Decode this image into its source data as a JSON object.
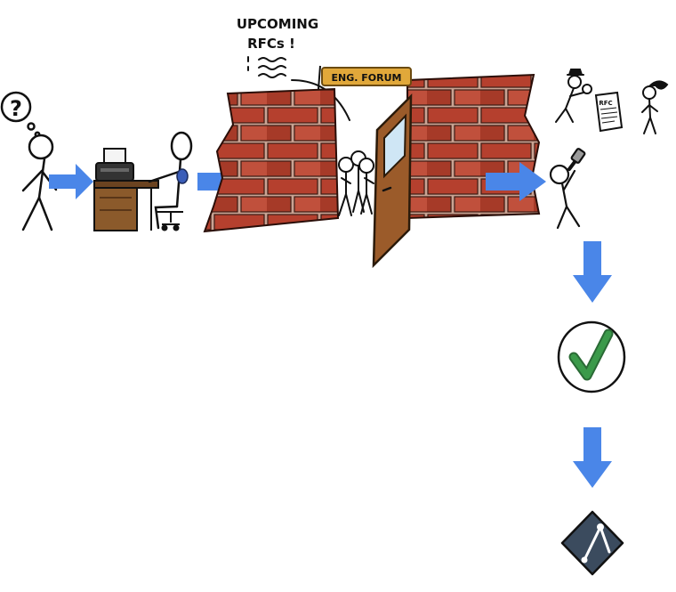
{
  "header": {
    "upcoming_line1": "UPCOMING",
    "upcoming_line2": "RFCs !"
  },
  "sign": {
    "label": "ENG. FORUM"
  },
  "document": {
    "label": "RFC"
  },
  "thought": {
    "symbol": "?"
  },
  "colors": {
    "arrow": "#4a86e8",
    "brick": "#b5402e",
    "brick_light": "#cf6b5a",
    "mortar": "#c9a393",
    "door": "#9b5b2a",
    "desk": "#8b5a2b",
    "check": "#3b9a4a",
    "git_badge": "#3b4b5e"
  },
  "icons": {
    "decision": "check-circle-icon",
    "merge": "git-merge-icon"
  }
}
